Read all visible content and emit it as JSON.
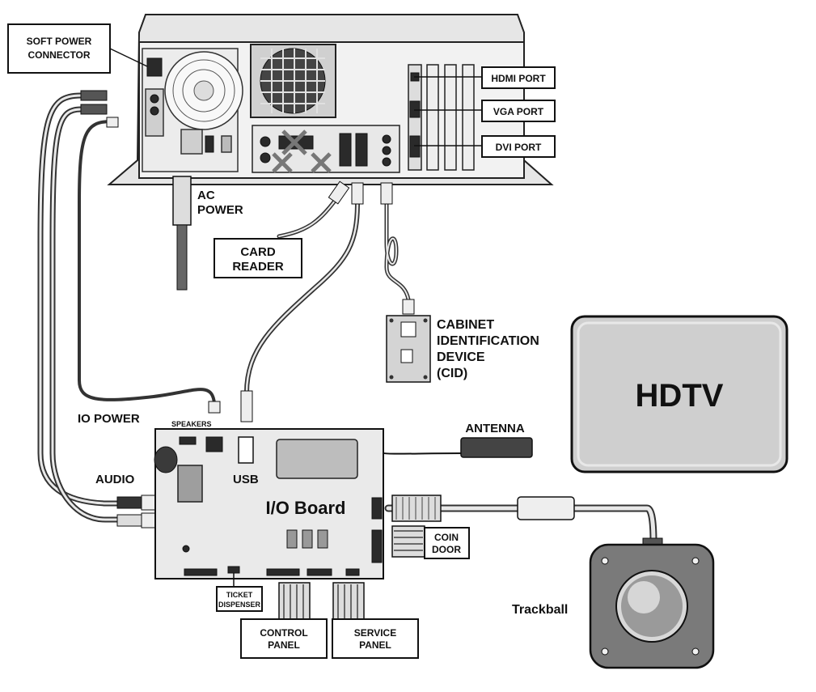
{
  "labels": {
    "soft_power_connector_line1": "SOFT POWER",
    "soft_power_connector_line2": "CONNECTOR",
    "hdmi_port": "HDMI PORT",
    "vga_port": "VGA PORT",
    "dvi_port": "DVI PORT",
    "ac_power_line1": "AC",
    "ac_power_line2": "POWER",
    "card_reader_line1": "CARD",
    "card_reader_line2": "READER",
    "cid_line1": "CABINET",
    "cid_line2": "IDENTIFICATION",
    "cid_line3": "DEVICE",
    "cid_line4": "(CID)",
    "hdtv": "HDTV",
    "io_power": "IO POWER",
    "speakers": "SPEAKERS",
    "usb": "USB",
    "audio": "AUDIO",
    "antenna": "ANTENNA",
    "io_board": "I/O Board",
    "coin_door_line1": "COIN",
    "coin_door_line2": "DOOR",
    "ticket_dispenser_line1": "TICKET",
    "ticket_dispenser_line2": "DISPENSER",
    "control_panel_line1": "CONTROL",
    "control_panel_line2": "PANEL",
    "service_panel_line1": "SERVICE",
    "service_panel_line2": "PANEL",
    "trackball": "Trackball"
  }
}
